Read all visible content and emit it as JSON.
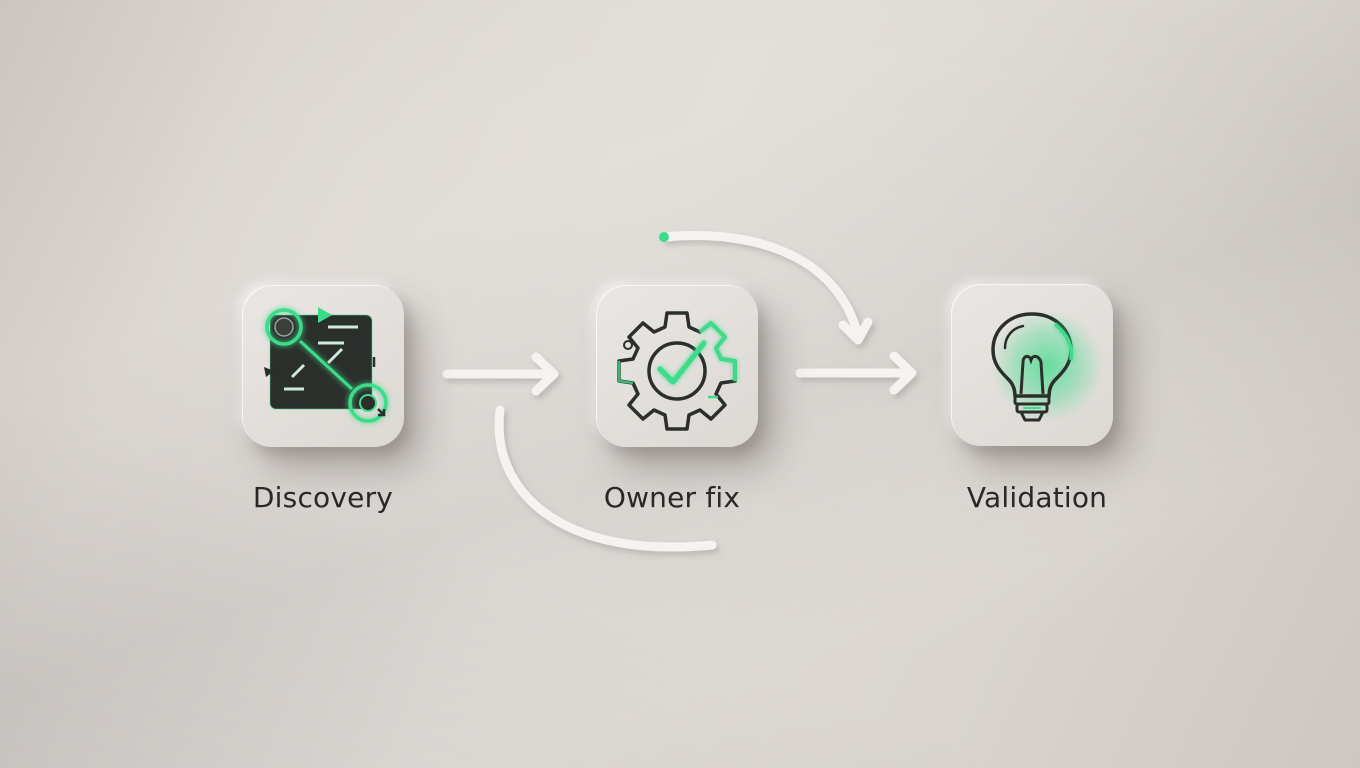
{
  "diagram": {
    "steps": [
      {
        "id": "discovery",
        "label": "Discovery",
        "icon": "circuit-board-icon"
      },
      {
        "id": "owner-fix",
        "label": "Owner fix",
        "icon": "gear-check-icon"
      },
      {
        "id": "validation",
        "label": "Validation",
        "icon": "lightbulb-icon"
      }
    ]
  },
  "colors": {
    "accent": "#3ddc8a",
    "icon_dark": "#2b2f2c",
    "connector": "#f4f3f1",
    "label": "#2a2826",
    "tile": "#e3dfdb"
  }
}
